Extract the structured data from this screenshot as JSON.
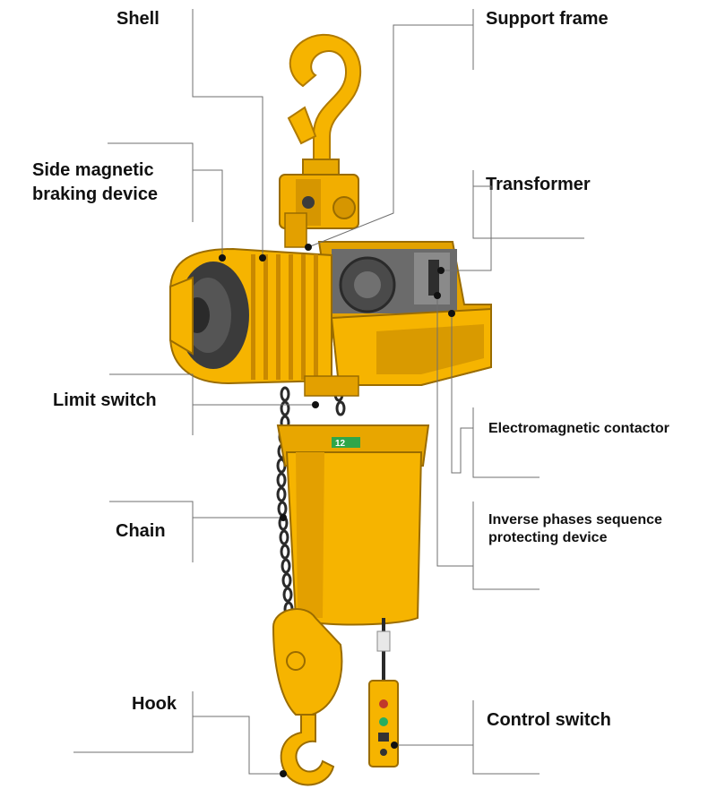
{
  "labels": {
    "shell": "Shell",
    "support_frame": "Support frame",
    "side_brake_line1": "Side magnetic",
    "side_brake_line2": "braking device",
    "transformer": "Transformer",
    "limit_switch": "Limit switch",
    "electromagnetic_contactor": "Electromagnetic contactor",
    "chain": "Chain",
    "inverse_line1": "Inverse phases sequence",
    "inverse_line2": "protecting device",
    "hook": "Hook",
    "control_switch": "Control switch"
  },
  "chain_tag": "12",
  "colors": {
    "body_yellow": "#f6b400",
    "body_shadow": "#c98900",
    "dark_metal": "#3b3b3b",
    "leader_line": "#6f6f6f"
  }
}
